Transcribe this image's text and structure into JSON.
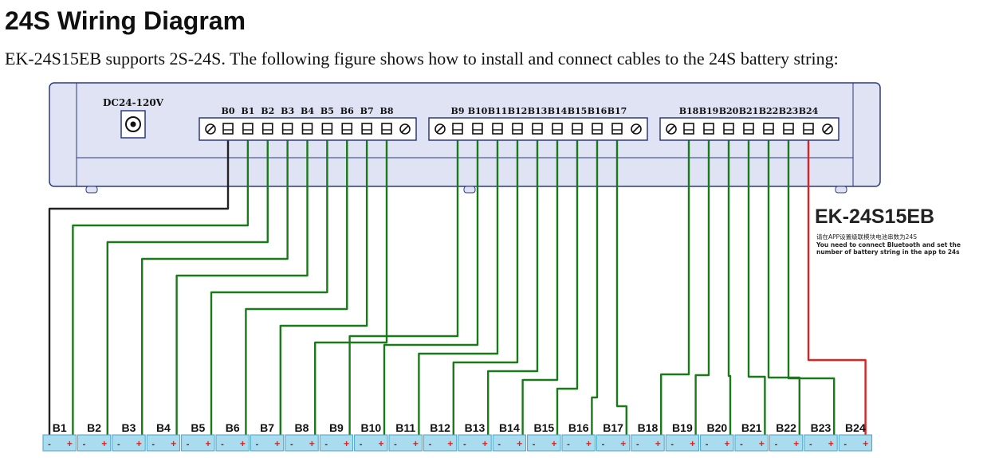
{
  "heading": "24S Wiring Diagram",
  "intro": "EK-24S15EB supports 2S-24S. The following figure shows how to install and connect cables to the 24S battery string:",
  "device": {
    "power_label": "DC24-120V",
    "model": "EK-24S15EB",
    "note_cn": "请在APP设置级联模块电池串数为24S",
    "note_en_1": "You need to connect Bluetooth and set the",
    "note_en_2": "number of battery string in the app to 24s"
  },
  "terminal_groups": [
    [
      "B0",
      "B1",
      "B2",
      "B3",
      "B4",
      "B5",
      "B6",
      "B7",
      "B8"
    ],
    [
      "B9",
      "B10",
      "B11",
      "B12",
      "B13",
      "B14",
      "B15",
      "B16",
      "B17"
    ],
    [
      "B18",
      "B19",
      "B20",
      "B21",
      "B22",
      "B23",
      "B24"
    ]
  ],
  "cells": [
    "B1",
    "B2",
    "B3",
    "B4",
    "B5",
    "B6",
    "B7",
    "B8",
    "B9",
    "B10",
    "B11",
    "B12",
    "B13",
    "B14",
    "B15",
    "B16",
    "B17",
    "B18",
    "B19",
    "B20",
    "B21",
    "B22",
    "B23",
    "B24"
  ],
  "cell_polarity": {
    "negative": "-",
    "positive": "+"
  },
  "colors": {
    "device_fill": "#dfe3f4",
    "device_stroke": "#2b3a80",
    "wire_negative": "#222222",
    "wire_balance": "#1a7a1a",
    "wire_positive": "#dd2222",
    "cell_fill": "#a9dcee",
    "cell_stroke": "#4aa4c8",
    "plus": "#dd2222"
  }
}
